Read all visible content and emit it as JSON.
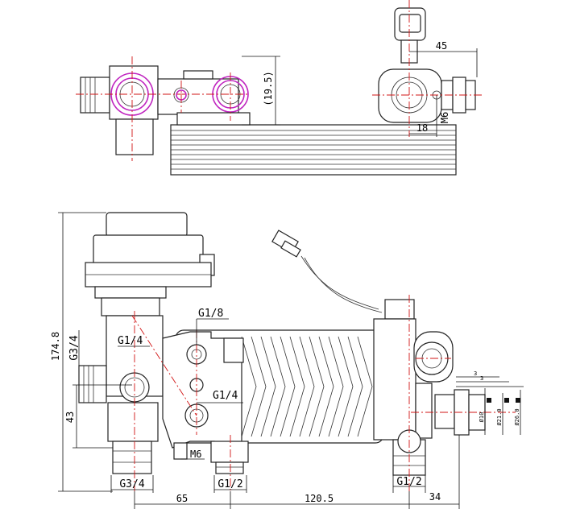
{
  "top_view": {
    "dim_height": "(19.5)",
    "dim_width": "45",
    "dim_offset": "18",
    "dim_thread": "M6"
  },
  "front_view": {
    "dim_total_height": "174.8",
    "dim_43": "43",
    "dim_65": "65",
    "dim_120_5": "120.5",
    "dim_34": "34",
    "label_g18": "G1/8",
    "label_g14_left": "G1/4",
    "label_g14_mid": "G1/4",
    "label_g34_side": "G3/4",
    "label_g34_bottom": "G3/4",
    "label_g12_mid": "G1/2",
    "label_g12_right": "G1/2",
    "label_m6": "M6",
    "small_dims": [
      "Ø10",
      "Ø21.0",
      "Ø26.0"
    ],
    "marks": [
      "3",
      "3"
    ]
  }
}
